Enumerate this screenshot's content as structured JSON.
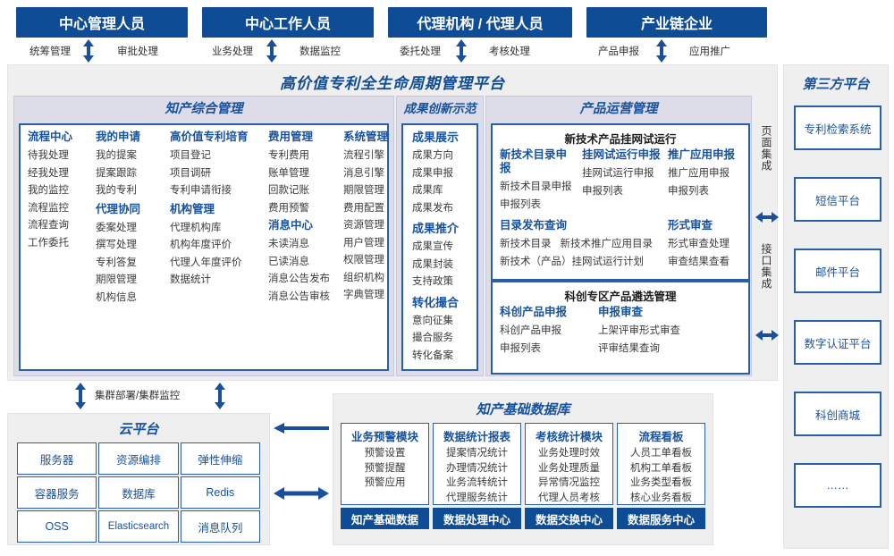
{
  "roles": [
    {
      "label": "中心管理人员",
      "left_flow": "统筹管理",
      "right_flow": "审批处理"
    },
    {
      "label": "中心工作人员",
      "left_flow": "业务处理",
      "right_flow": "数据监控"
    },
    {
      "label": "代理机构 / 代理人员",
      "left_flow": "委托处理",
      "right_flow": "考核处理"
    },
    {
      "label": "产业链企业",
      "left_flow": "产品申报",
      "right_flow": "应用推广"
    }
  ],
  "platform": {
    "title": "高价值专利全生命周期管理平台",
    "groups": {
      "comprehensive": {
        "title": "知产综合管理",
        "columns": [
          {
            "blocks": [
              {
                "head": "流程中心",
                "items": [
                  "待我处理",
                  "经我处理",
                  "我的监控",
                  "流程监控",
                  "流程查询",
                  "工作委托"
                ]
              }
            ]
          },
          {
            "blocks": [
              {
                "head": "我的申请",
                "items": [
                  "我的提案",
                  "提案跟踪",
                  "我的专利"
                ]
              },
              {
                "head": "代理协同",
                "items": [
                  "委案处理",
                  "撰写处理",
                  "专利答复",
                  "期限管理",
                  "机构信息"
                ]
              }
            ]
          },
          {
            "blocks": [
              {
                "head": "高价值专利培育",
                "items": [
                  "项目登记",
                  "项目调研",
                  "专利申请衔接"
                ]
              },
              {
                "head": "机构管理",
                "items": [
                  "代理机构库",
                  "机构年度评价",
                  "代理人年度评价",
                  "数据统计"
                ]
              }
            ]
          },
          {
            "blocks": [
              {
                "head": "费用管理",
                "items": [
                  "专利费用",
                  "账单管理",
                  "回款记账",
                  "费用预警"
                ]
              },
              {
                "head": "消息中心",
                "items": [
                  "未读消息",
                  "已读消息",
                  "消息公告发布",
                  "消息公告审核"
                ]
              }
            ]
          },
          {
            "blocks": [
              {
                "head": "系统管理",
                "items": [
                  "流程引擎",
                  "消息引擎",
                  "期限管理",
                  "费用配置",
                  "资源管理",
                  "用户管理",
                  "权限管理",
                  "组织机构",
                  "字典管理"
                ]
              }
            ]
          }
        ]
      },
      "achievement": {
        "title": "成果创新示范",
        "blocks": [
          {
            "head": "成果展示",
            "items": [
              "成果方向",
              "成果申报",
              "成果库",
              "成果发布"
            ]
          },
          {
            "head": "成果推介",
            "items": [
              "成果宣传",
              "成果封装",
              "支持政策"
            ]
          },
          {
            "head": "转化撮合",
            "items": [
              "意向征集",
              "撮合服务",
              "转化备案"
            ]
          }
        ]
      },
      "product": {
        "title": "产品运营管理",
        "box1": {
          "title": "新技术产品挂网试运行",
          "row1": [
            {
              "head": "新技术目录申报",
              "items": [
                "新技术目录申报",
                "申报列表"
              ]
            },
            {
              "head": "挂网试运行申报",
              "items": [
                "挂网试运行申报",
                "申报列表"
              ]
            },
            {
              "head": "推广应用申报",
              "items": [
                "推广应用申报",
                "申报列表"
              ]
            }
          ],
          "row2": [
            {
              "head": "目录发布查询",
              "items": [
                "新技术目录",
                "新技术推广应用目录",
                "新技术（产品）挂网试运行计划"
              ]
            },
            {
              "head": "形式审查",
              "items": [
                "形式审查处理",
                "审查结果查看"
              ]
            }
          ]
        },
        "box2": {
          "title": "科创专区产品遴选管理",
          "cols": [
            {
              "head": "科创产品申报",
              "items": [
                "科创产品申报",
                "申报列表"
              ]
            },
            {
              "head": "申报审查",
              "items": [
                "上架评审形式审查",
                "评审结果查询"
              ]
            }
          ]
        }
      }
    }
  },
  "integration": {
    "page": "页面集成",
    "api": "接口集成"
  },
  "third_party": {
    "title": "第三方平台",
    "items": [
      "专利检索系统",
      "短信平台",
      "邮件平台",
      "数字认证平台",
      "科创商城",
      "……"
    ]
  },
  "cloud": {
    "title": "云平台",
    "cluster_label": "集群部署/集群监控",
    "items": [
      "服务器",
      "资源编排",
      "弹性伸缩",
      "容器服务",
      "数据库",
      "Redis",
      "OSS",
      "Elasticsearch",
      "消息队列"
    ]
  },
  "knowledge_db": {
    "title": "知产基础数据库",
    "columns": [
      {
        "head": "业务预警模块",
        "items": [
          "预警设置",
          "预警提醒",
          "预警应用"
        ],
        "foot": "知产基础数据"
      },
      {
        "head": "数据统计报表",
        "items": [
          "提案情况统计",
          "办理情况统计",
          "业务流转统计",
          "代理服务统计"
        ],
        "foot": "数据处理中心"
      },
      {
        "head": "考核统计模块",
        "items": [
          "业务处理时效",
          "业务处理质量",
          "异常情况监控",
          "代理人员考核"
        ],
        "foot": "数据交换中心"
      },
      {
        "head": "流程看板",
        "items": [
          "人员工单看板",
          "机构工单看板",
          "业务类型看板",
          "核心业务看板"
        ],
        "foot": "数据服务中心"
      }
    ]
  },
  "colors": {
    "brand_blue": "#0f4c96",
    "accent_blue": "#18519e",
    "panel_bg": "#efefef",
    "group_header_bg": "#dcdde9",
    "border_blue": "#2a5fa8"
  }
}
